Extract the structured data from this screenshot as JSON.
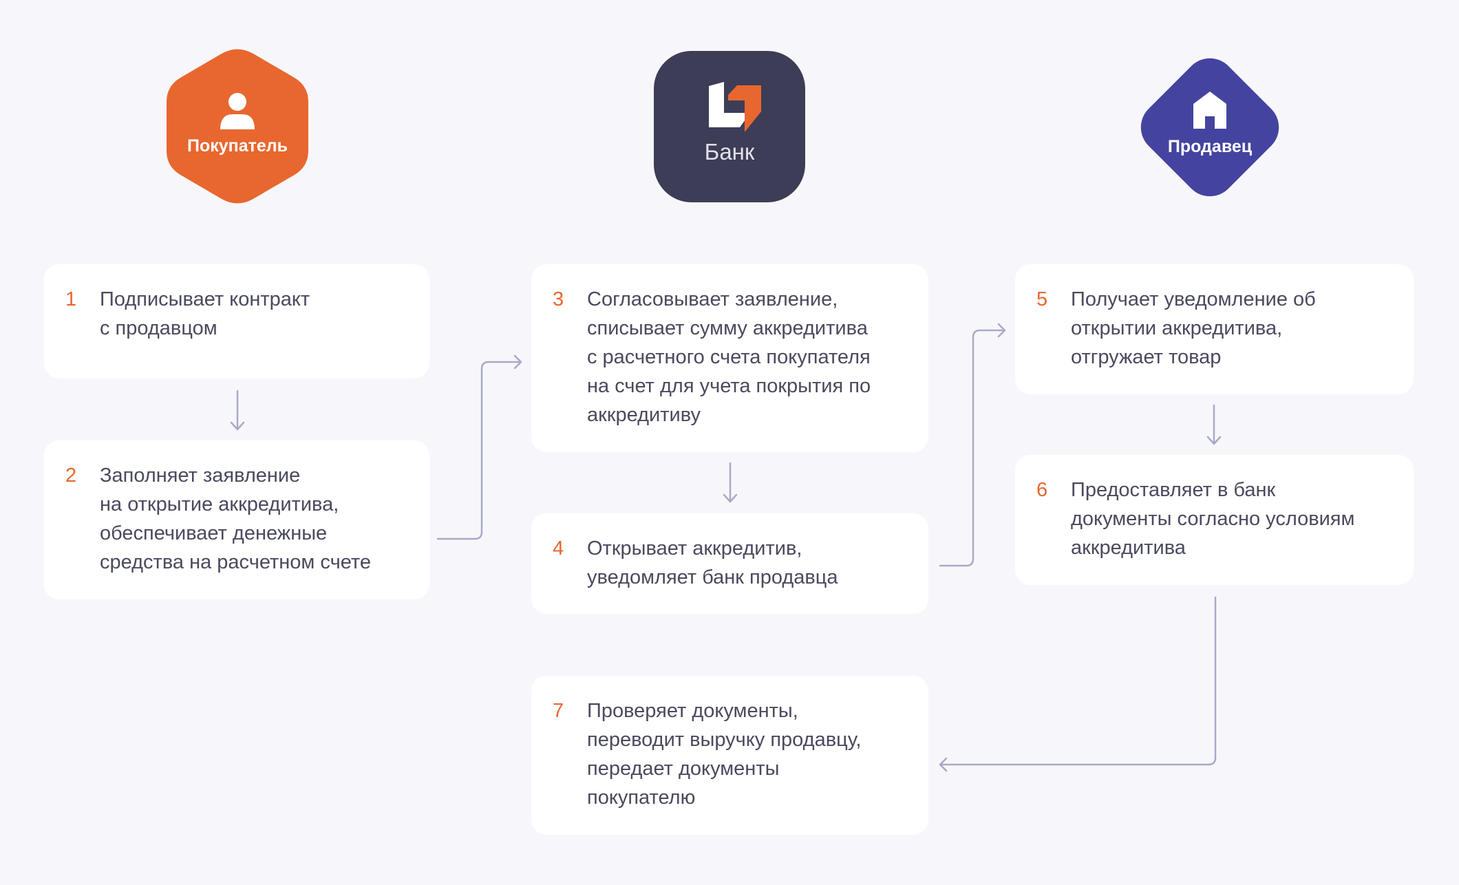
{
  "actors": {
    "buyer": {
      "label": "Покупатель",
      "icon": "person-icon",
      "color": "#e8672f"
    },
    "bank": {
      "label": "Банк",
      "icon": "bank-logo",
      "color": "#3d3d57"
    },
    "seller": {
      "label": "Продавец",
      "icon": "house-icon",
      "color": "#4444a0"
    }
  },
  "steps": [
    {
      "n": "1",
      "text": "Подписывает контракт\nс продавцом"
    },
    {
      "n": "2",
      "text": "Заполняет заявление\nна открытие аккредитива,\nобеспечивает денежные\nсредства на расчетном счете"
    },
    {
      "n": "3",
      "text": "Согласовывает заявление,\nсписывает сумму аккредитива\nс расчетного счета покупателя\nна счет для учета покрытия по\nаккредитиву"
    },
    {
      "n": "4",
      "text": "Открывает аккредитив,\nуведомляет банк продавца"
    },
    {
      "n": "5",
      "text": "Получает уведомление об\nоткрытии аккредитива,\nотгружает товар"
    },
    {
      "n": "6",
      "text": "Предоставляет в банк\nдокументы согласно условиям\nаккредитива"
    },
    {
      "n": "7",
      "text": "Проверяет документы,\nпереводит выручку продавцу,\nпередает документы\nпокупателю"
    }
  ],
  "colors": {
    "accent": "#e8672f",
    "arrow": "#a9a9c6",
    "text": "#4a4a5e"
  }
}
